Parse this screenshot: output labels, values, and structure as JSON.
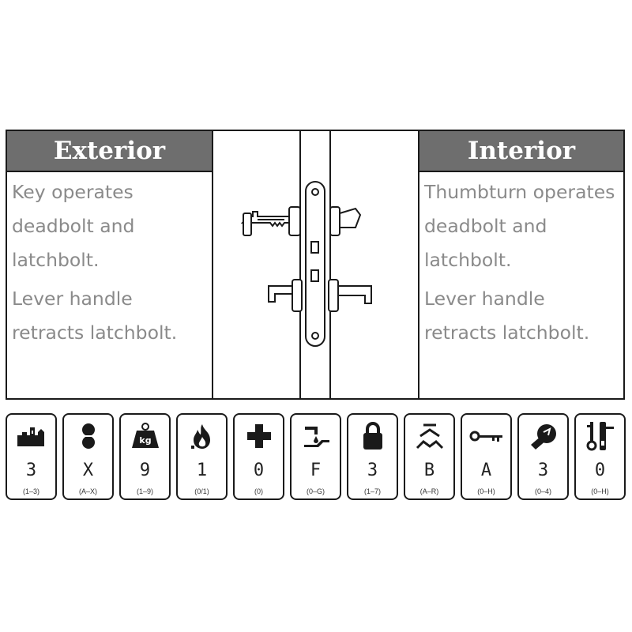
{
  "exterior": {
    "title": "Exterior",
    "line1": "Key operates deadbolt and latchbolt.",
    "line2": "Lever handle retracts latchbolt."
  },
  "interior": {
    "title": "Interior",
    "line1": "Thumbturn operates deadbolt and latchbolt.",
    "line2": "Lever handle retracts latchbolt."
  },
  "ratings": [
    {
      "icon": "factory-icon",
      "value": "3",
      "range": "(1–3)"
    },
    {
      "icon": "hourglass-icon",
      "value": "X",
      "range": "(A–X)"
    },
    {
      "icon": "weight-kg-icon",
      "value": "9",
      "range": "(1–9)"
    },
    {
      "icon": "fire-icon",
      "value": "1",
      "range": "(0/1)"
    },
    {
      "icon": "cross-icon",
      "value": "0",
      "range": "(0)"
    },
    {
      "icon": "corrosion-icon",
      "value": "F",
      "range": "(0–G)"
    },
    {
      "icon": "padlock-icon",
      "value": "3",
      "range": "(1–7)"
    },
    {
      "icon": "chevron-stack-icon",
      "value": "B",
      "range": "(A–R)"
    },
    {
      "icon": "key-icon",
      "value": "A",
      "range": "(0–H)"
    },
    {
      "icon": "break-in-icon",
      "value": "3",
      "range": "(0–4)"
    },
    {
      "icon": "door-lever-icon",
      "value": "0",
      "range": "(0–H)"
    }
  ]
}
